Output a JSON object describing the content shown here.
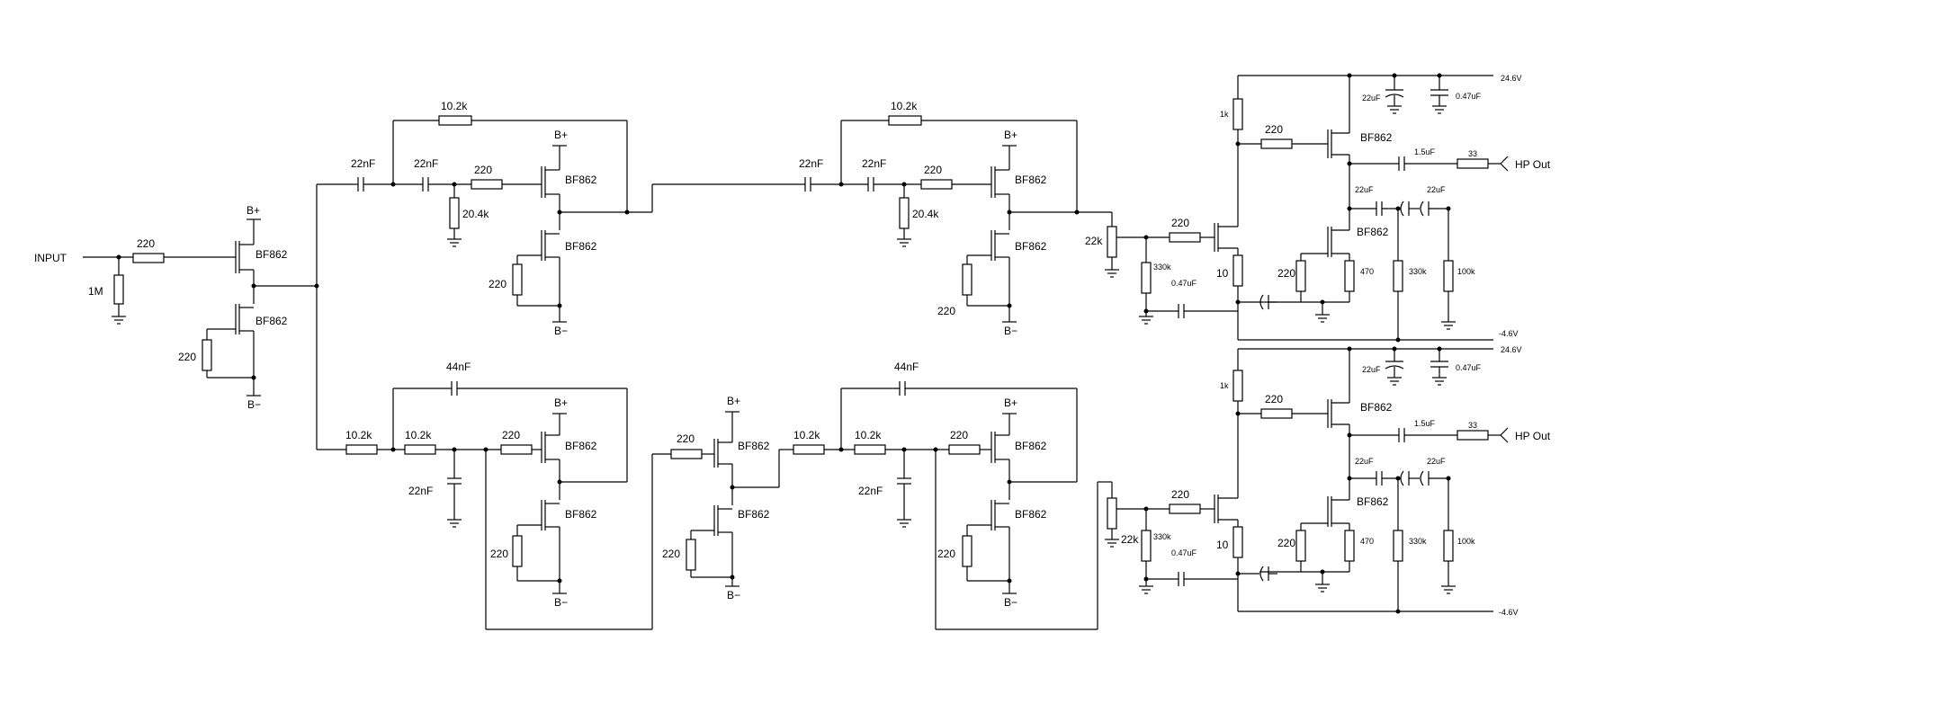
{
  "labels": {
    "input": "INPUT",
    "r1m": "1M",
    "r220": "220",
    "bplus": "B+",
    "bminus": "B−",
    "jfet": "BF862",
    "c22n": "22nF",
    "c44n": "44nF",
    "r10k2": "10.2k",
    "r20k4": "20.4k",
    "r22k": "22k",
    "r330k": "330k",
    "r10": "10",
    "c047u": "0.47uF",
    "c022": "0.47uF",
    "r1k": "1k",
    "c22u": "22uF",
    "c15u": "1.5uF",
    "r33": "33",
    "hpout": "HP Out",
    "r470": "470",
    "r100k": "100k",
    "vpos": "24.6V",
    "vneg": "-4.6V"
  }
}
